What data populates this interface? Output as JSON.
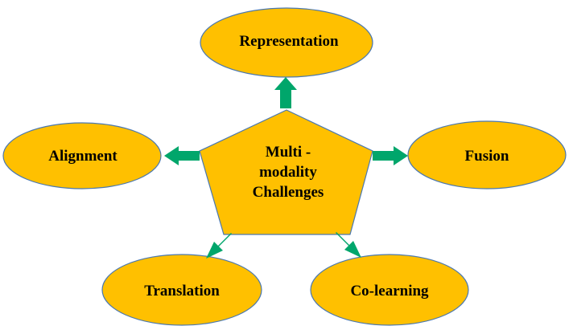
{
  "colors": {
    "node_fill": "#FFC000",
    "node_stroke": "#4A78B0",
    "arrow_fill": "#00A66B"
  },
  "center": {
    "lines": [
      "Multi -",
      "modality",
      "Challenges"
    ]
  },
  "nodes": {
    "representation": "Representation",
    "alignment": "Alignment",
    "fusion": "Fusion",
    "translation": "Translation",
    "colearning": "Co-learning"
  }
}
